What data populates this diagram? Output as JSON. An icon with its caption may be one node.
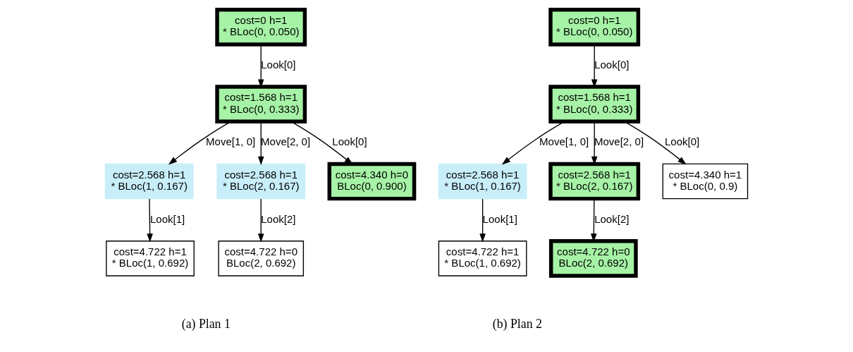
{
  "diagram": {
    "nodes": [
      {
        "text": [
          "cost=0 h=1",
          "* BLoc(0, 0.050)"
        ]
      },
      {
        "text": [
          "cost=1.568 h=1",
          "* BLoc(0, 0.333)"
        ]
      },
      {
        "text": [
          "cost=2.568 h=1",
          "* BLoc(1, 0.167)"
        ]
      },
      {
        "text": [
          "cost=2.568 h=1",
          "* BLoc(2, 0.167)"
        ]
      },
      {
        "text": [
          "cost=4.340 h=0",
          "BLoc(0, 0.900)"
        ]
      },
      {
        "text": [
          "cost=4.722 h=1",
          "* BLoc(1, 0.692)"
        ]
      },
      {
        "text": [
          "cost=4.722 h=0",
          "BLoc(2, 0.692)"
        ]
      },
      {
        "text": [
          "cost=0 h=1",
          "* BLoc(0, 0.050)"
        ]
      },
      {
        "text": [
          "cost=1.568 h=1",
          "* BLoc(0, 0.333)"
        ]
      },
      {
        "text": [
          "cost=2.568 h=1",
          "* BLoc(1, 0.167)"
        ]
      },
      {
        "text": [
          "cost=2.568 h=1",
          "* BLoc(2, 0.167)"
        ]
      },
      {
        "text": [
          "cost=4.340 h=1",
          "* BLoc(0, 0.9)"
        ]
      },
      {
        "text": [
          "cost=4.722 h=1",
          "* BLoc(1, 0.692)"
        ]
      },
      {
        "text": [
          "cost=4.722 h=0",
          "BLoc(2, 0.692)"
        ]
      }
    ],
    "edges": [
      {
        "from": 0,
        "to": 1,
        "arrow": "to",
        "label": "Look[0]"
      },
      {
        "from": 1,
        "to": 2,
        "arrow": "to",
        "label": "Move[1, 0]"
      },
      {
        "from": 1,
        "to": 3,
        "arrow": "to",
        "label": "Move[2, 0]"
      },
      {
        "from": 1,
        "to": 4,
        "arrow": "to",
        "label": "Look[0]"
      },
      {
        "from": 2,
        "to": 5,
        "arrow": "to",
        "label": "Look[1]"
      },
      {
        "from": 3,
        "to": 6,
        "arrow": "to",
        "label": "Look[2]"
      },
      {
        "from": 7,
        "to": 8,
        "arrow": "to",
        "label": "Look[0]"
      },
      {
        "from": 8,
        "to": 9,
        "arrow": "to",
        "label": "Move[1, 0]"
      },
      {
        "from": 8,
        "to": 10,
        "arrow": "to",
        "label": "Move[2, 0]"
      },
      {
        "from": 8,
        "to": 11,
        "arrow": "to",
        "label": "Look[0]"
      },
      {
        "from": 9,
        "to": 12,
        "arrow": "to",
        "label": "Look[1]"
      },
      {
        "from": 10,
        "to": 13,
        "arrow": "to",
        "label": "Look[2]"
      }
    ],
    "labels": [
      "(a) Plan 1",
      "(b) Plan 2"
    ]
  }
}
